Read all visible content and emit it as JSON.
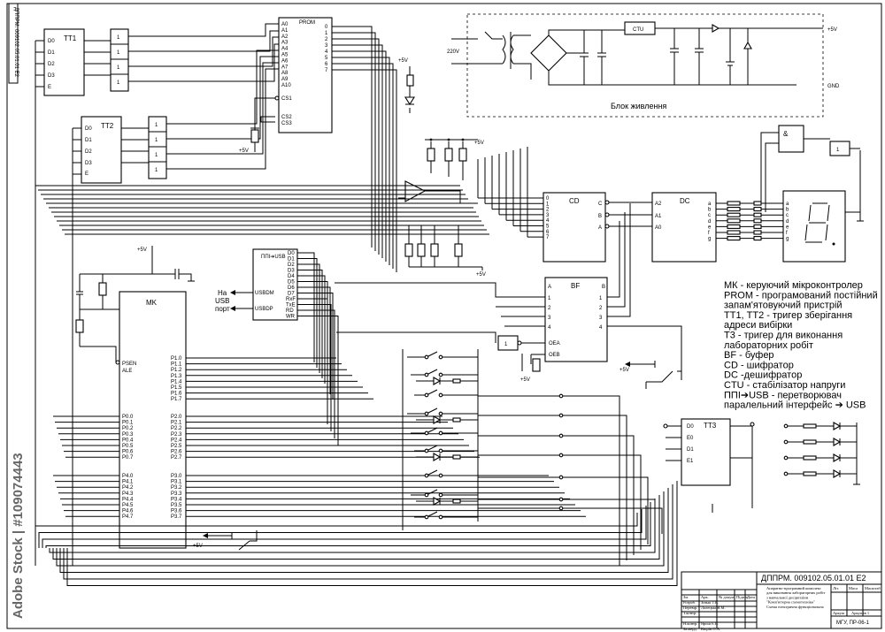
{
  "stamp_top": "ДППРМ. 009102.05.01.01 Е2",
  "watermark": "Adobe Stock | #109074443",
  "blocks": {
    "tt1": {
      "title": "TT1",
      "pins": [
        "D0",
        "D1",
        "D2",
        "D3",
        "E"
      ]
    },
    "tt2": {
      "title": "TT2",
      "pins": [
        "D0",
        "D1",
        "D2",
        "D3",
        "E"
      ]
    },
    "prom": {
      "title": "PROM",
      "in_pins": [
        "A0",
        "A1",
        "A2",
        "A3",
        "A4",
        "A5",
        "A6",
        "A7",
        "A8",
        "A9",
        "A10"
      ],
      "out_pins": [
        "0",
        "1",
        "2",
        "3",
        "4",
        "5",
        "6",
        "7"
      ],
      "cs1": "CS1",
      "cs2": "CS2",
      "cs3": "CS3"
    },
    "usb": {
      "title": "ППІ➔USB",
      "data_pins": [
        "D0",
        "D1",
        "D2",
        "D3",
        "D4",
        "D5",
        "D6",
        "D7"
      ],
      "ctrl_pins": [
        "RxF",
        "TxE",
        "RD",
        "WR"
      ],
      "usbdm": "USBDM",
      "usbdp": "USBDP",
      "port_label": [
        "На",
        "USB",
        "порт"
      ]
    },
    "mk": {
      "title": "MK",
      "left_top": [
        "PSEN",
        "ALE"
      ],
      "p0": [
        "P0.0",
        "P0.1",
        "P0.2",
        "P0.3",
        "P0.4",
        "P0.5",
        "P0.6",
        "P0.7"
      ],
      "p4": [
        "P4.0",
        "P4.1",
        "P4.2",
        "P4.3",
        "P4.4",
        "P4.5",
        "P4.6",
        "P4.7"
      ],
      "p1": [
        "P1.0",
        "P1.1",
        "P1.2",
        "P1.3",
        "P1.4",
        "P1.5",
        "P1.6",
        "P1.7"
      ],
      "p2": [
        "P2.0",
        "P2.1",
        "P2.2",
        "P2.3",
        "P2.4",
        "P2.5",
        "P2.6",
        "P2.7"
      ],
      "p3": [
        "P3.0",
        "P3.1",
        "P3.2",
        "P3.3",
        "P3.4",
        "P3.5",
        "P3.6",
        "P3.7"
      ]
    },
    "cd": {
      "title": "CD",
      "in_pins": [
        "0",
        "1",
        "2",
        "3",
        "4",
        "5",
        "6",
        "7"
      ],
      "out_pins": [
        "C",
        "B",
        "A"
      ]
    },
    "dc": {
      "title": "DC",
      "in_pins": [
        "A2",
        "A1",
        "A0"
      ],
      "out_pins": [
        "a",
        "b",
        "c",
        "d",
        "e",
        "f",
        "g"
      ]
    },
    "bf": {
      "title": "BF",
      "a": "A",
      "b": "B",
      "left": [
        "1",
        "2",
        "3",
        "4"
      ],
      "right": [
        "1",
        "2",
        "3",
        "4"
      ],
      "oea": "OEA",
      "oeb": "OEB"
    },
    "tt3": {
      "title": "TT3",
      "pins": [
        "D0",
        "E0",
        "D1",
        "E1"
      ]
    },
    "and_gate": "&",
    "buffer1": "1",
    "buffer2": "1",
    "seg_labels": [
      "a",
      "b",
      "c",
      "d",
      "e",
      "f",
      "g"
    ],
    "or_labels": [
      "1",
      "1",
      "1",
      "1"
    ]
  },
  "power_block": {
    "ctu": "CTU",
    "v_in": "220V",
    "plus5": "+5V",
    "gnd": "GND",
    "caption": "Блок живлення"
  },
  "supply_labels": {
    "plus5": "+5V"
  },
  "legend": [
    "МК - керуючий мікроконтролер",
    "PROM - програмований постійний",
    "запам'ятовуючий пристрій",
    "ТТ1, ТТ2 - тригер зберігання",
    "адреси вибірки",
    "Т3 - тригер для виконання",
    "лабораторних робіт",
    "BF - буфер",
    "CD - шифратор",
    "DC -дешифратор",
    "CTU - стабілізатор напруги",
    "ППІ➔USB - перетворювач",
    "паралельний інтерфейс ➔ USB"
  ],
  "title_block": {
    "designation": "ДППРМ. 009102.05.01.01 Е2",
    "description": [
      "Апаратно-програмний комплекс",
      "для виконання лабораторних робіт",
      "з навчальної дисципліни",
      "\"Комп'ютерна схемотехніка\"",
      "Схема електрична функціональна"
    ],
    "rows": [
      [
        "Зм.",
        "Арк.",
        "№ докум.",
        "Підпис",
        "Дата"
      ],
      [
        "Розроб.",
        "Зінькі Т.В."
      ],
      [
        "Перевір.",
        "Лалецькі В.М."
      ],
      [
        "Т.контр."
      ],
      [
        "Н.контр.",
        "Ярош Е.В."
      ],
      [
        "Затверд.",
        "Кюрін О.А."
      ]
    ],
    "lit": "Літ.",
    "mass": "Маса",
    "scale": "Масштаб",
    "sheet": "Аркуш 1",
    "sheets": "Аркушів 1",
    "org": "МГУ, ПР-06-1"
  }
}
